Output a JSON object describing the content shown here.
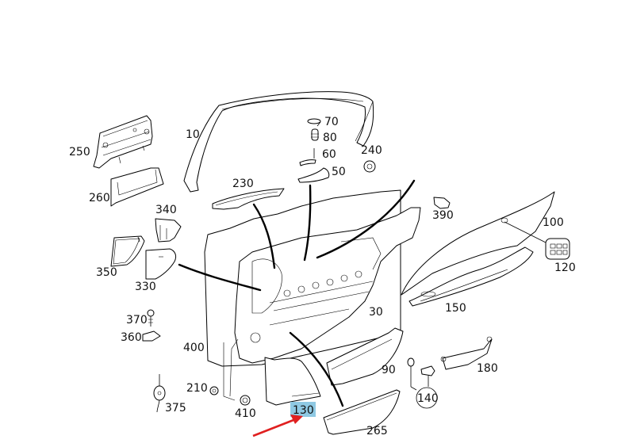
{
  "diagram": {
    "title": "Rear door trim panel – exploded parts view",
    "highlight_color": "#8fc9e3",
    "pointer_color": "#e02020",
    "highlighted_part": "130",
    "labels": {
      "p10": "10",
      "p30": "30",
      "p50": "50",
      "p60": "60",
      "p70": "70",
      "p80": "80",
      "p90": "90",
      "p100": "100",
      "p120": "120",
      "p130": "130",
      "p140": "140",
      "p150": "150",
      "p180": "180",
      "p210": "210",
      "p230": "230",
      "p240": "240",
      "p250": "250",
      "p260": "260",
      "p265": "265",
      "p330": "330",
      "p340": "340",
      "p350": "350",
      "p360": "360",
      "p370": "370",
      "p375": "375",
      "p390": "390",
      "p400": "400",
      "p410": "410"
    }
  }
}
